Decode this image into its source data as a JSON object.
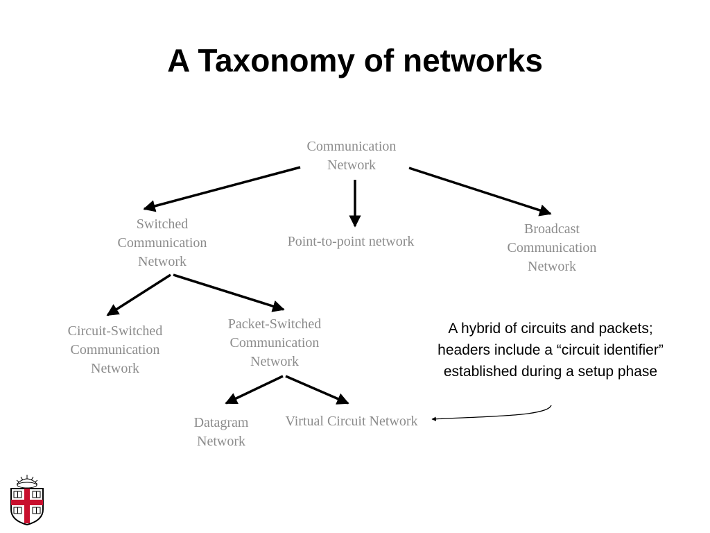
{
  "slide": {
    "title": "A Taxonomy of networks"
  },
  "nodes": {
    "communication": "Communication\nNetwork",
    "switched": "Switched\nCommunication\nNetwork",
    "point_to_point": "Point-to-point network",
    "broadcast": "Broadcast\nCommunication\nNetwork",
    "circuit_switched": "Circuit-Switched\nCommunication\nNetwork",
    "packet_switched": "Packet-Switched\nCommunication\nNetwork",
    "datagram": "Datagram\nNetwork",
    "virtual_circuit": "Virtual Circuit Network"
  },
  "annotation": {
    "text": "A hybrid of circuits and packets; headers include a “circuit identifier” established during a setup phase"
  },
  "colors": {
    "node_text": "#8c8c8c",
    "arrow": "#000000",
    "logo_red": "#c8102e"
  },
  "logo": {
    "icon": "university-shield-icon"
  }
}
